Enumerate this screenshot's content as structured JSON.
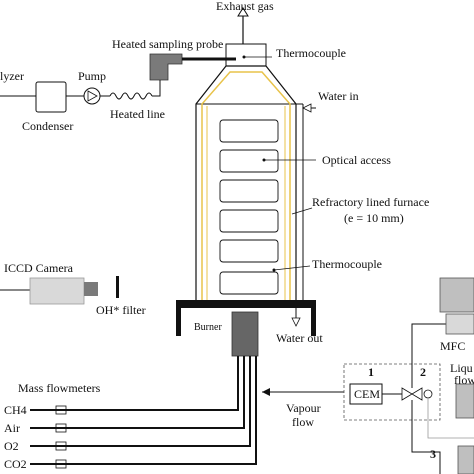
{
  "labels": {
    "exhaust_gas": "Exhaust gas",
    "heated_sampling_probe": "Heated sampling probe",
    "thermocouple_top": "Thermocouple",
    "analyzer": "lyzer",
    "pump": "Pump",
    "condenser": "Condenser",
    "heated_line": "Heated line",
    "water_in": "Water in",
    "optical_access": "Optical access",
    "refractory_furnace": "Refractory lined furnace",
    "refractory_thickness": "(e = 10 mm)",
    "thermocouple_mid": "Thermocouple",
    "iccd_camera": "ICCD Camera",
    "oh_filter": "OH* filter",
    "burner": "Burner",
    "water_out": "Water out",
    "mfc": "MFC",
    "liquid_flow": "Liqu",
    "liquid_flow2": "flow",
    "mass_flowmeters": "Mass flowmeters",
    "gas_ch4": "CH4",
    "gas_air": "Air",
    "gas_o2": "O2",
    "gas_co2": "CO2",
    "cem": "CEM",
    "vapour": "Vapour",
    "flow": "flow",
    "num_1": "1",
    "num_2": "2",
    "num_3": "3"
  },
  "colors": {
    "line": "#111111",
    "furnace_lining": "#e8c34a",
    "box_fill": "#ffffff",
    "probe": "#7a7a7a",
    "burner": "#666666",
    "camera_body": "#d9d9d9"
  }
}
